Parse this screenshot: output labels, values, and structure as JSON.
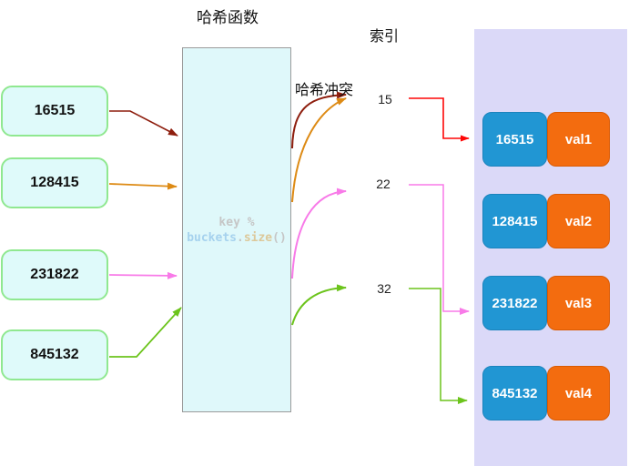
{
  "title": "哈希函数",
  "index_label": "索引",
  "collision_label": "哈希冲突",
  "keys": [
    "16515",
    "128415",
    "231822",
    "845132"
  ],
  "hash_function": {
    "line1": "key %",
    "obj": "buckets",
    "dot": ".",
    "method": "size",
    "parens": "()"
  },
  "indices": [
    "15",
    "22",
    "32"
  ],
  "buckets": [
    {
      "key": "16515",
      "value": "val1"
    },
    {
      "key": "128415",
      "value": "val2"
    },
    {
      "key": "231822",
      "value": "val3"
    },
    {
      "key": "845132",
      "value": "val4"
    }
  ],
  "edges": [
    {
      "from": "16515",
      "to": "15",
      "color_name": "dark_red"
    },
    {
      "from": "128415",
      "to": "15",
      "color_name": "orange"
    },
    {
      "from": "231822",
      "to": "22",
      "color_name": "magenta"
    },
    {
      "from": "845132",
      "to": "32",
      "color_name": "green"
    },
    {
      "from": "15",
      "to": "bucket-row-1",
      "color_name": "red"
    },
    {
      "from": "22",
      "to": "bucket-row-3",
      "color_name": "magenta"
    },
    {
      "from": "32",
      "to": "bucket-row-4",
      "color_name": "green"
    }
  ],
  "colors": {
    "dark_red": "#8e1e0e",
    "orange": "#dd8a14",
    "magenta": "#f87ae8",
    "green": "#6cc41c",
    "red": "#fe0606",
    "blue_box": "#2196d3",
    "orange_box": "#f36c0f",
    "panel": "#dbd9f8",
    "key_box_fill": "#dffafa",
    "key_box_border": "#90e890",
    "hash_box_fill": "#dff8fa",
    "code_gray": "#c6c6c6",
    "code_blue": "#a6d2ee",
    "code_tan": "#dcc89a"
  }
}
